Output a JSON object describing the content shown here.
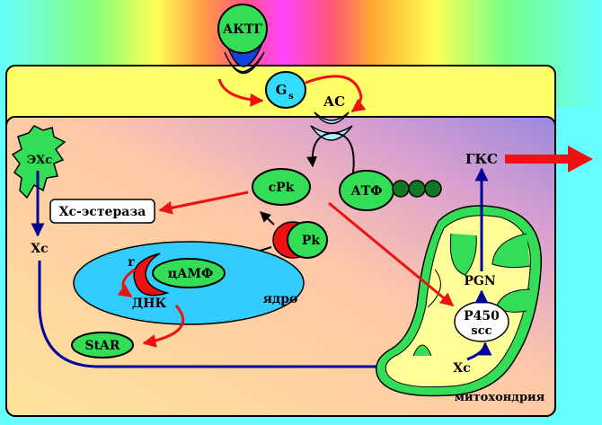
{
  "labels": {
    "hormone": "АКТГ",
    "gs_main": "G",
    "gs_sub": "s",
    "ac": "АС",
    "cpk": "cPk",
    "pk": "Pk",
    "atp": "АТФ",
    "ehc": "ЭХс",
    "hc_esterase": "Хс-эстераза",
    "hc_left": "Хс",
    "r": "r",
    "camp": "цАМФ",
    "nucleus": "ядро",
    "dna": "ДНК",
    "star": "StAR",
    "gks": "ГКС",
    "pgn": "PGN",
    "p450_line1": "P450",
    "p450_line2": "scc",
    "hc_mito": "Хс",
    "mitochondria": "митохондрия"
  },
  "colors": {
    "membrane": "#ffff66",
    "cell": "#ffd9a0",
    "nucleus": "#33ccff",
    "green": "#33dd55",
    "dark_green": "#117722",
    "red_arrow": "#ee1111",
    "blue_arrow": "#000099",
    "gs_cyan": "#33ddff"
  }
}
